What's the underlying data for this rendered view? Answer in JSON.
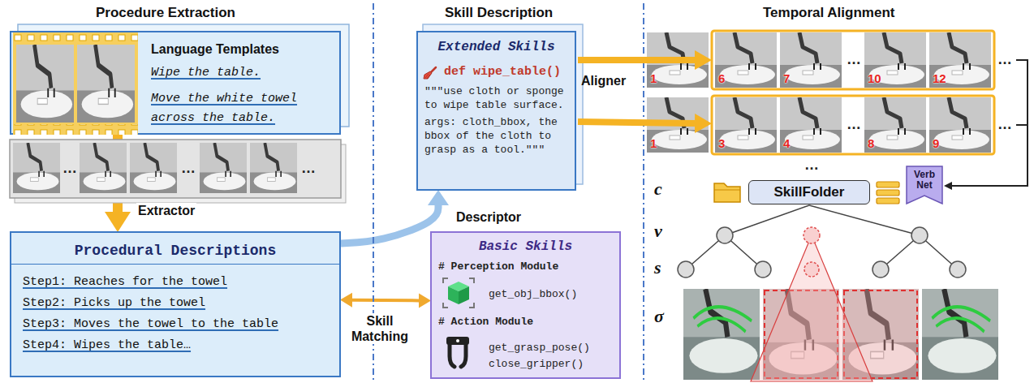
{
  "diagram": {
    "nodes": [
      {
        "text": [
          "Language Templates",
          "Wipe the table.",
          "Move the white towel across the table."
        ]
      },
      {
        "text": [
          "Procedural Descriptions",
          "Step1: Reaches for the towel",
          "Step2: Picks up the towel",
          "Step3: Moves the towel to the table",
          "Step4: Wipes the table…"
        ]
      },
      {
        "text": [
          "Extended Skills",
          "def wipe_table()",
          "\"\"\"use cloth or sponge to wipe table surface.",
          "args: cloth_bbox, the bbox of the cloth to grasp as a tool.\"\"\""
        ]
      },
      {
        "text": [
          "Basic Skills",
          "# Perception Module",
          "get_obj_bbox()",
          "# Action Module",
          "get_grasp_pose()",
          "close_gripper()"
        ]
      },
      {
        "text": [
          "SkillFolder"
        ]
      },
      {
        "text": [
          "Verb Net"
        ]
      }
    ],
    "edges": [
      {
        "from": 0,
        "to": 1,
        "arrow": "to",
        "label": "Extractor"
      },
      {
        "from": 1,
        "to": 2,
        "arrow": "to"
      },
      {
        "from": 1,
        "to": 3,
        "arrow": "both",
        "label": "Skill Matching"
      }
    ],
    "labels": [
      "Procedure Extraction",
      "Skill Description",
      "Temporal Alignment",
      "…",
      "…",
      "…",
      "Aligner",
      "Descriptor",
      "1",
      "6",
      "7",
      "…",
      "10",
      "12",
      "…",
      "1",
      "3",
      "4",
      "…",
      "8",
      "9",
      "…",
      "…",
      "c",
      "v",
      "s",
      "σ"
    ]
  }
}
